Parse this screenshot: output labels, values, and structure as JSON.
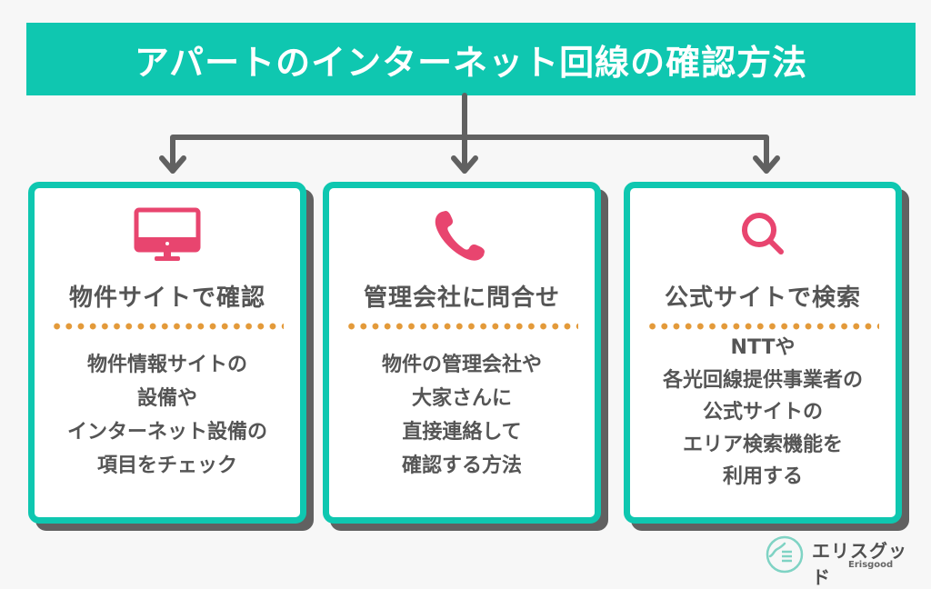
{
  "title": "アパートのインターネット回線の確認方法",
  "colors": {
    "teal": "#0fc7b0",
    "pink": "#e8456f",
    "dots": "#e39a3a",
    "text": "#555555",
    "connector": "#616161"
  },
  "cards": [
    {
      "icon": "monitor-icon",
      "title": "物件サイトで確認",
      "body": [
        "物件情報サイトの",
        "設備や",
        "インターネット設備の",
        "項目をチェック"
      ]
    },
    {
      "icon": "phone-icon",
      "title": "管理会社に問合せ",
      "body": [
        "物件の管理会社や",
        "大家さんに",
        "直接連絡して",
        "確認する方法"
      ]
    },
    {
      "icon": "search-icon",
      "title": "公式サイトで検索",
      "body": [
        "NTTや",
        "各光回線提供事業者の",
        "公式サイトの",
        "エリア検索機能を",
        "利用する"
      ]
    }
  ],
  "logo": {
    "name": "エリスグッド",
    "sub": "Erisgood"
  }
}
